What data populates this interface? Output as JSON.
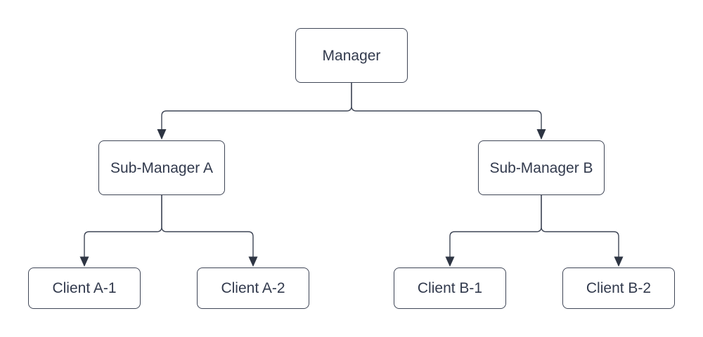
{
  "diagram": {
    "type": "org-chart",
    "nodes": [
      {
        "id": "manager",
        "label": "Manager",
        "level": 1
      },
      {
        "id": "sub-manager-a",
        "label": "Sub-Manager A",
        "level": 2
      },
      {
        "id": "sub-manager-b",
        "label": "Sub-Manager B",
        "level": 2
      },
      {
        "id": "client-a1",
        "label": "Client A-1",
        "level": 3
      },
      {
        "id": "client-a2",
        "label": "Client A-2",
        "level": 3
      },
      {
        "id": "client-b1",
        "label": "Client B-1",
        "level": 3
      },
      {
        "id": "client-b2",
        "label": "Client B-2",
        "level": 3
      }
    ],
    "edges": [
      {
        "from": "Manager",
        "to": "Sub-Manager A",
        "arrow": "filled-triangle"
      },
      {
        "from": "Manager",
        "to": "Sub-Manager B",
        "arrow": "filled-triangle"
      },
      {
        "from": "Sub-Manager A",
        "to": "Client A-1",
        "arrow": "filled-triangle"
      },
      {
        "from": "Sub-Manager A",
        "to": "Client A-2",
        "arrow": "filled-triangle"
      },
      {
        "from": "Sub-Manager B",
        "to": "Client B-1",
        "arrow": "filled-triangle"
      },
      {
        "from": "Sub-Manager B",
        "to": "Client B-2",
        "arrow": "filled-triangle"
      }
    ],
    "colors": {
      "node_border": "#3f4656",
      "node_fill": "#ffffff",
      "edge_line": "#3f4656",
      "arrowhead": "#2e3543",
      "text": "#323a4d",
      "background": "#ffffff"
    }
  }
}
